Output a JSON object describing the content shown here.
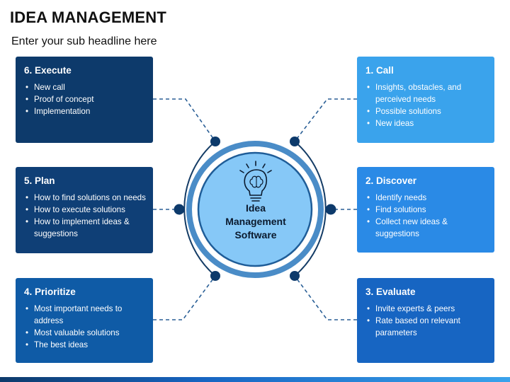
{
  "header": {
    "title": "IDEA MANAGEMENT",
    "subtitle": "Enter your sub headline here"
  },
  "center": {
    "line1": "Idea",
    "line2": "Management",
    "line3": "Software",
    "icon": "lightbulb-brain-icon"
  },
  "cards": {
    "execute": {
      "title": "6. Execute",
      "items": [
        "New call",
        "Proof of concept",
        "Implementation"
      ]
    },
    "plan": {
      "title": "5. Plan",
      "items": [
        "How to find solutions on needs",
        "How to execute solutions",
        "How to implement ideas & suggestions"
      ]
    },
    "prioritize": {
      "title": "4. Prioritize",
      "items": [
        "Most important needs to address",
        "Most valuable solutions",
        "The best ideas"
      ]
    },
    "call": {
      "title": "1. Call",
      "items": [
        "Insights, obstacles, and perceived needs",
        "Possible solutions",
        "New ideas"
      ]
    },
    "discover": {
      "title": "2. Discover",
      "items": [
        "Identify needs",
        "Find solutions",
        "Collect new ideas & suggestions"
      ]
    },
    "evaluate": {
      "title": "3. Evaluate",
      "items": [
        "Invite experts & peers",
        "Rate based on relevant parameters"
      ]
    }
  },
  "colors": {
    "dark_navy": "#0d3a6b",
    "navy": "#0f3f76",
    "medium_blue": "#0f5ba6",
    "light_blue": "#3aa3ec",
    "bright_blue": "#2a8ae6",
    "royal_blue": "#1765c2",
    "circle_fill": "#86c8f7",
    "ring_color": "#4a8cc7"
  }
}
